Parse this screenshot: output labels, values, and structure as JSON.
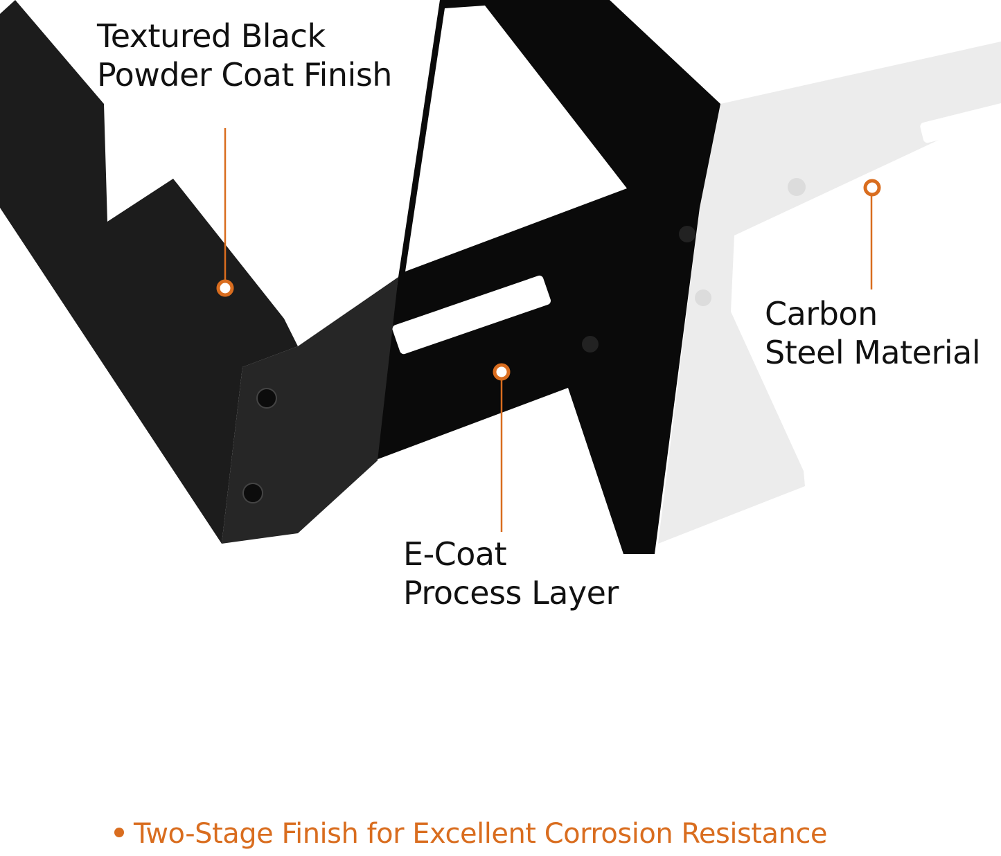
{
  "callouts": {
    "powder_coat": {
      "line1": "Textured Black",
      "line2": "Powder Coat Finish"
    },
    "carbon_steel": {
      "line1": "Carbon",
      "line2": "Steel Material"
    },
    "e_coat": {
      "line1": "E-Coat",
      "line2": "Process Layer"
    }
  },
  "footer": {
    "text": "Two-Stage Finish for Excellent Corrosion Resistance"
  },
  "colors": {
    "accent": "#d96d1f",
    "frame_black": "#141414",
    "frame_gray": "#ececec"
  }
}
